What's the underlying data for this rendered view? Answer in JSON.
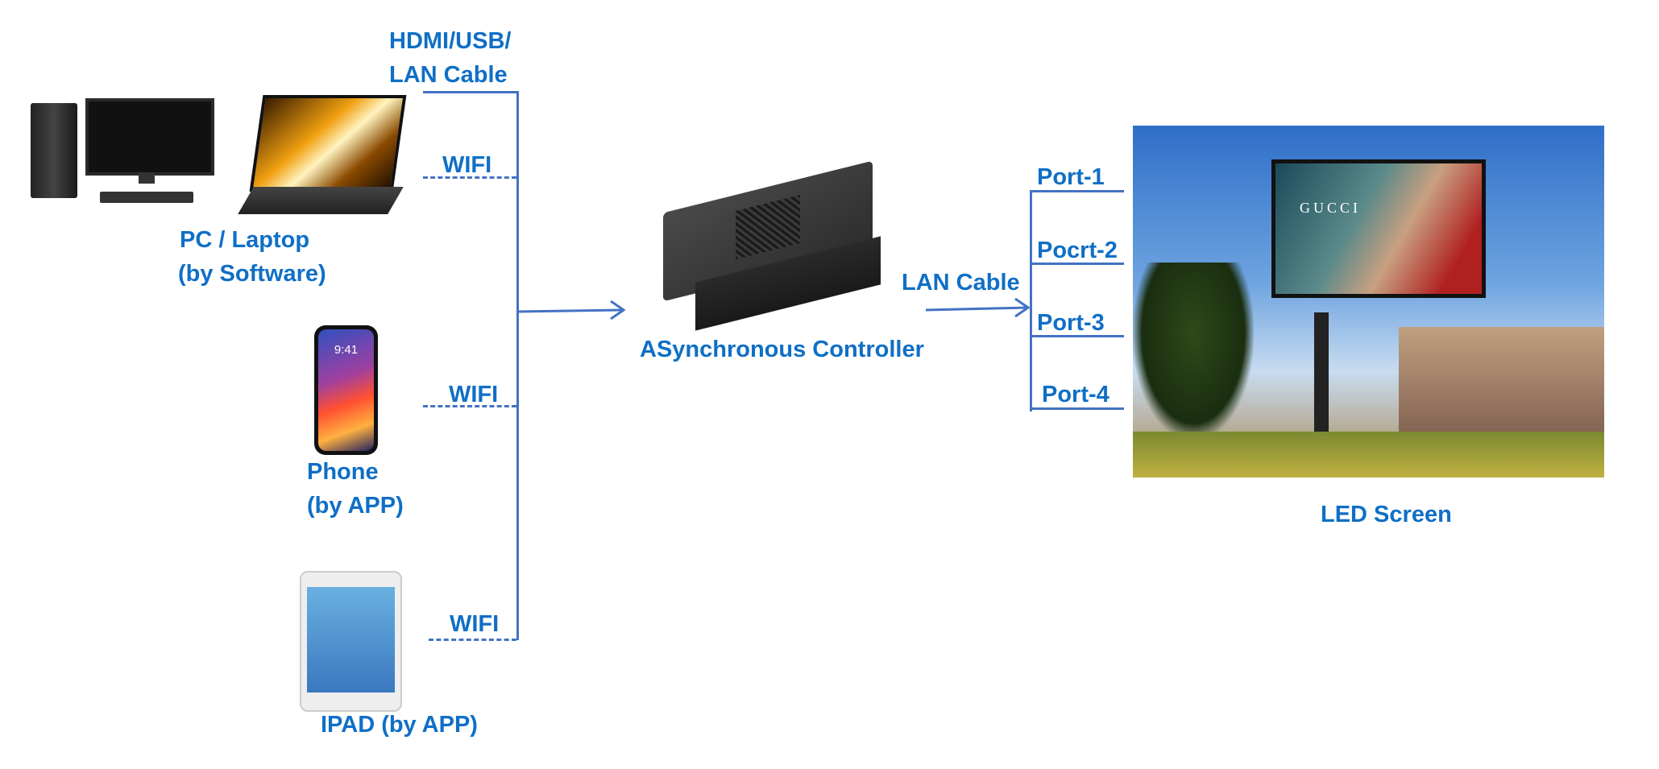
{
  "sources": {
    "pc": {
      "label_line1": "PC / Laptop",
      "label_line2": "(by Software)",
      "connection_line1": "HDMI/USB/",
      "connection_line2": "LAN Cable",
      "wifi": "WIFI"
    },
    "phone": {
      "label_line1": "Phone",
      "label_line2": "(by APP)",
      "wifi": "WIFI",
      "screen_time": "9:41"
    },
    "ipad": {
      "label": "IPAD (by APP)",
      "wifi": "WIFI"
    }
  },
  "controller": {
    "label": "ASynchronous Controller"
  },
  "output": {
    "cable": "LAN Cable",
    "ports": [
      "Port-1",
      "Pocrt-2",
      "Port-3",
      "Port-4"
    ]
  },
  "screen": {
    "label": "LED Screen",
    "billboard_text": "GUCCI"
  },
  "colors": {
    "text": "#0f6fc6",
    "line": "#4472c4"
  }
}
